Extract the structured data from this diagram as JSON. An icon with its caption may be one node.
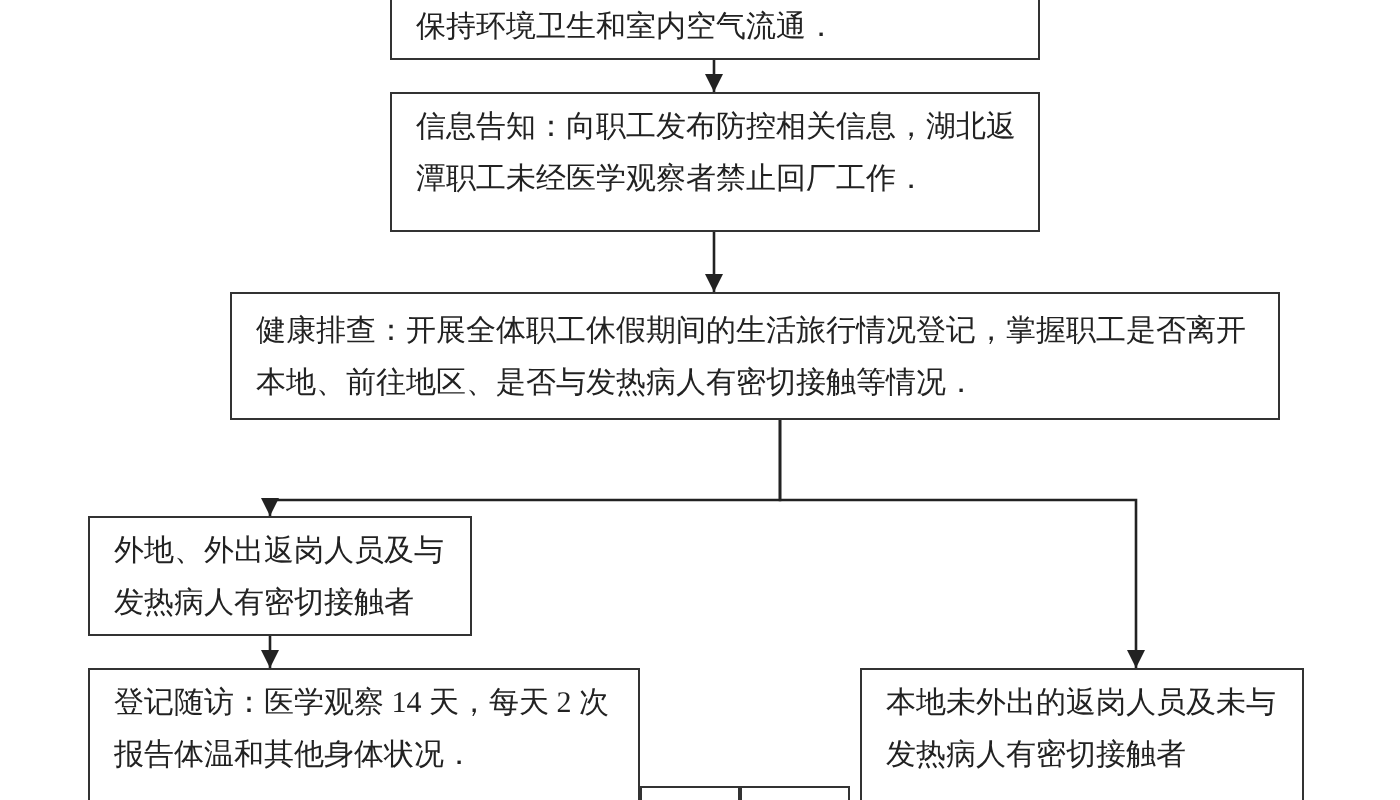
{
  "diagram": {
    "nodes": [
      {
        "text": [
          "保持环境卫生和室内空气流通．"
        ]
      },
      {
        "text": [
          "信息告知：向职工发布防控相关信息，湖北返潭职工未经医学观察者禁止回厂工作．"
        ]
      },
      {
        "text": [
          "健康排查：开展全体职工休假期间的生活旅行情况登记，掌握职工是否离开本地、前往地区、是否与发热病人有密切接触等情况．"
        ]
      },
      {
        "text": [
          "外地、外出返岗人员及与发热病人有密切接触者"
        ]
      },
      {
        "text": [
          "登记随访：医学观察 14 天，每天 2 次报告体温和其他身体状况．"
        ]
      },
      {
        "text": [
          "本地未外出的返岗人员及未与发热病人有密切接触者"
        ]
      },
      {
        "text": [],
        "shape": "box"
      },
      {
        "text": [],
        "shape": "box"
      }
    ],
    "edges": [
      {
        "from": 0,
        "to": 1,
        "arrow": "to"
      },
      {
        "from": 1,
        "to": 2,
        "arrow": "to"
      },
      {
        "from": 2,
        "to": 3,
        "arrow": "to"
      },
      {
        "from": 2,
        "to": 5,
        "arrow": "to"
      },
      {
        "from": 3,
        "to": 4,
        "arrow": "to"
      }
    ]
  }
}
